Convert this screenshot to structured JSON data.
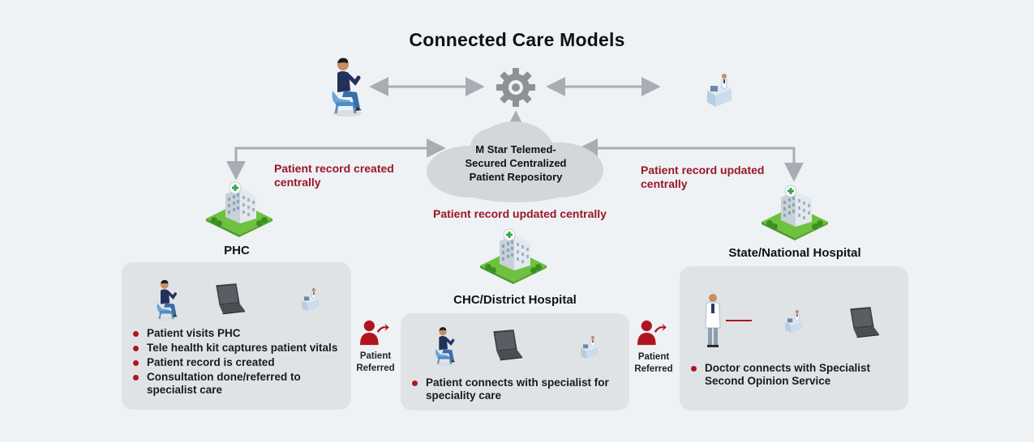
{
  "title": "Connected Care Models",
  "cloud": {
    "line1": "M Star Telemed-",
    "line2": "Secured Centralized",
    "line3": "Patient Repository"
  },
  "labels": {
    "left_created_line1": "Patient record created",
    "left_created_line2": "centrally",
    "center_updated": "Patient record updated centrally",
    "right_updated_line1": "Patient record updated",
    "right_updated_line2": "centrally"
  },
  "phc": {
    "title": "PHC",
    "bullets": [
      "Patient visits PHC",
      "Tele health kit captures patient vitals",
      "Patient record is created",
      "Consultation done/referred to specialist care"
    ]
  },
  "chc": {
    "title": "CHC/District Hospital",
    "bullets": [
      "Patient connects with specialist for speciality care"
    ]
  },
  "state": {
    "title": "State/National Hospital",
    "bullets": [
      "Doctor connects with Specialist Second Opinion Service"
    ]
  },
  "referral": {
    "line1": "Patient",
    "line2": "Referred"
  },
  "colors": {
    "accent_red": "#9b1626",
    "bullet_red": "#b0141f",
    "arrow_gray": "#a7adb3",
    "panel_gray": "#e0e3e6",
    "building_green": "#6ec240",
    "background": "#eef2f5"
  },
  "icons": [
    "patient-seated-icon",
    "gear-icon",
    "doctor-desk-icon",
    "cloud-icon",
    "hospital-building-icon",
    "laptop-icon",
    "patient-referred-icon",
    "doctor-standing-icon"
  ]
}
